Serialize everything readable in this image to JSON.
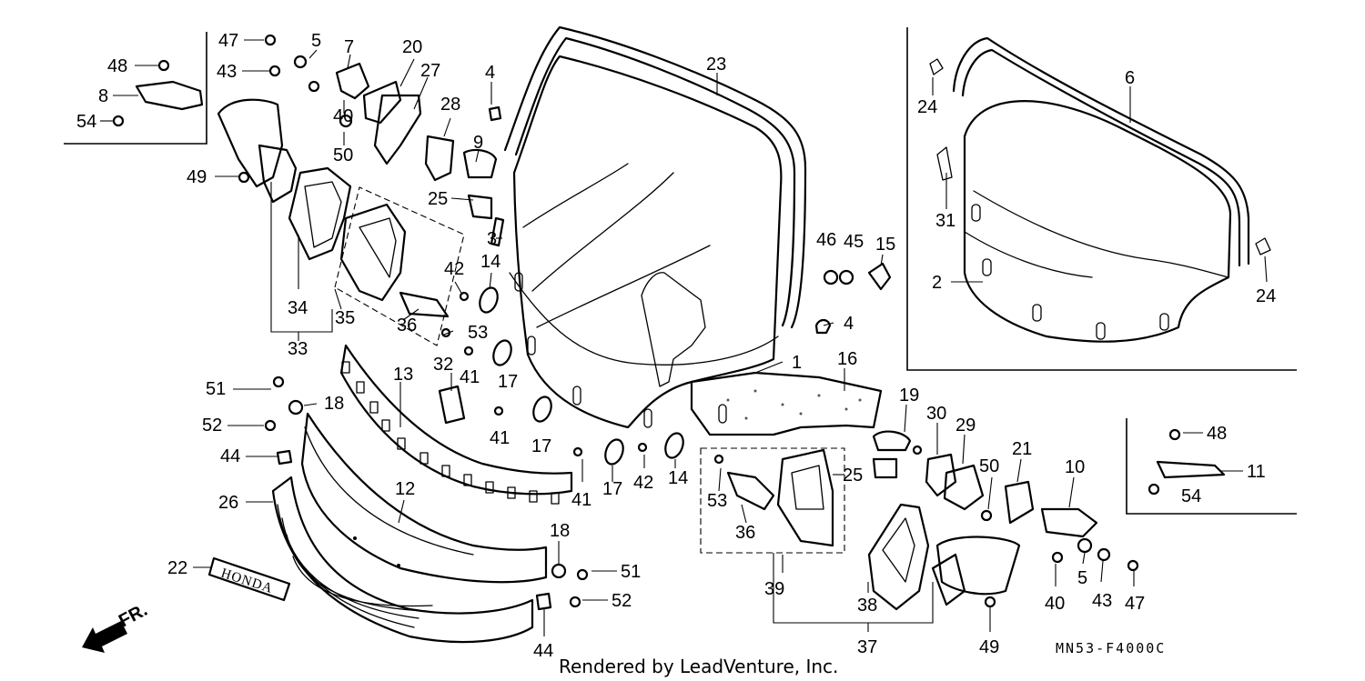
{
  "diagram_code": "MN53-F4000C",
  "credit": "Rendered by LeadVenture, Inc.",
  "direction_label": "FR.",
  "badge_text": "HONDA",
  "callouts": [
    {
      "id": "c-47a",
      "label": "47"
    },
    {
      "id": "c-5a",
      "label": "5"
    },
    {
      "id": "c-7",
      "label": "7"
    },
    {
      "id": "c-20",
      "label": "20"
    },
    {
      "id": "c-48a",
      "label": "48"
    },
    {
      "id": "c-43a",
      "label": "43"
    },
    {
      "id": "c-27",
      "label": "27"
    },
    {
      "id": "c-4a",
      "label": "4"
    },
    {
      "id": "c-23",
      "label": "23"
    },
    {
      "id": "c-6",
      "label": "6"
    },
    {
      "id": "c-24a",
      "label": "24"
    },
    {
      "id": "c-8",
      "label": "8"
    },
    {
      "id": "c-40a",
      "label": "40"
    },
    {
      "id": "c-28",
      "label": "28"
    },
    {
      "id": "c-54a",
      "label": "54"
    },
    {
      "id": "c-50a",
      "label": "50"
    },
    {
      "id": "c-9",
      "label": "9"
    },
    {
      "id": "c-49a",
      "label": "49"
    },
    {
      "id": "c-25a",
      "label": "25"
    },
    {
      "id": "c-31",
      "label": "31"
    },
    {
      "id": "c-3",
      "label": "3"
    },
    {
      "id": "c-46",
      "label": "46"
    },
    {
      "id": "c-45",
      "label": "45"
    },
    {
      "id": "c-15",
      "label": "15"
    },
    {
      "id": "c-42a",
      "label": "42"
    },
    {
      "id": "c-14a",
      "label": "14"
    },
    {
      "id": "c-2",
      "label": "2"
    },
    {
      "id": "c-24b",
      "label": "24"
    },
    {
      "id": "c-34",
      "label": "34"
    },
    {
      "id": "c-35",
      "label": "35"
    },
    {
      "id": "c-36a",
      "label": "36"
    },
    {
      "id": "c-53a",
      "label": "53"
    },
    {
      "id": "c-4b",
      "label": "4"
    },
    {
      "id": "c-33",
      "label": "33"
    },
    {
      "id": "c-41a",
      "label": "41"
    },
    {
      "id": "c-17a",
      "label": "17"
    },
    {
      "id": "c-1",
      "label": "1"
    },
    {
      "id": "c-16",
      "label": "16"
    },
    {
      "id": "c-51a",
      "label": "51"
    },
    {
      "id": "c-13",
      "label": "13"
    },
    {
      "id": "c-32",
      "label": "32"
    },
    {
      "id": "c-18a",
      "label": "18"
    },
    {
      "id": "c-19",
      "label": "19"
    },
    {
      "id": "c-41b",
      "label": "41"
    },
    {
      "id": "c-17b",
      "label": "17"
    },
    {
      "id": "c-30",
      "label": "30"
    },
    {
      "id": "c-29",
      "label": "29"
    },
    {
      "id": "c-52a",
      "label": "52"
    },
    {
      "id": "c-48b",
      "label": "48"
    },
    {
      "id": "c-44a",
      "label": "44"
    },
    {
      "id": "c-21",
      "label": "21"
    },
    {
      "id": "c-50b",
      "label": "50"
    },
    {
      "id": "c-10",
      "label": "10"
    },
    {
      "id": "c-11",
      "label": "11"
    },
    {
      "id": "c-25b",
      "label": "25"
    },
    {
      "id": "c-54b",
      "label": "54"
    },
    {
      "id": "c-26",
      "label": "26"
    },
    {
      "id": "c-12",
      "label": "12"
    },
    {
      "id": "c-41c",
      "label": "41"
    },
    {
      "id": "c-17c",
      "label": "17"
    },
    {
      "id": "c-42b",
      "label": "42"
    },
    {
      "id": "c-14b",
      "label": "14"
    },
    {
      "id": "c-53b",
      "label": "53"
    },
    {
      "id": "c-36b",
      "label": "36"
    },
    {
      "id": "c-18b",
      "label": "18"
    },
    {
      "id": "c-51b",
      "label": "51"
    },
    {
      "id": "c-22",
      "label": "22"
    },
    {
      "id": "c-52b",
      "label": "52"
    },
    {
      "id": "c-5b",
      "label": "5"
    },
    {
      "id": "c-43b",
      "label": "43"
    },
    {
      "id": "c-47b",
      "label": "47"
    },
    {
      "id": "c-40b",
      "label": "40"
    },
    {
      "id": "c-39",
      "label": "39"
    },
    {
      "id": "c-38",
      "label": "38"
    },
    {
      "id": "c-37",
      "label": "37"
    },
    {
      "id": "c-49b",
      "label": "49"
    },
    {
      "id": "c-44b",
      "label": "44"
    }
  ]
}
